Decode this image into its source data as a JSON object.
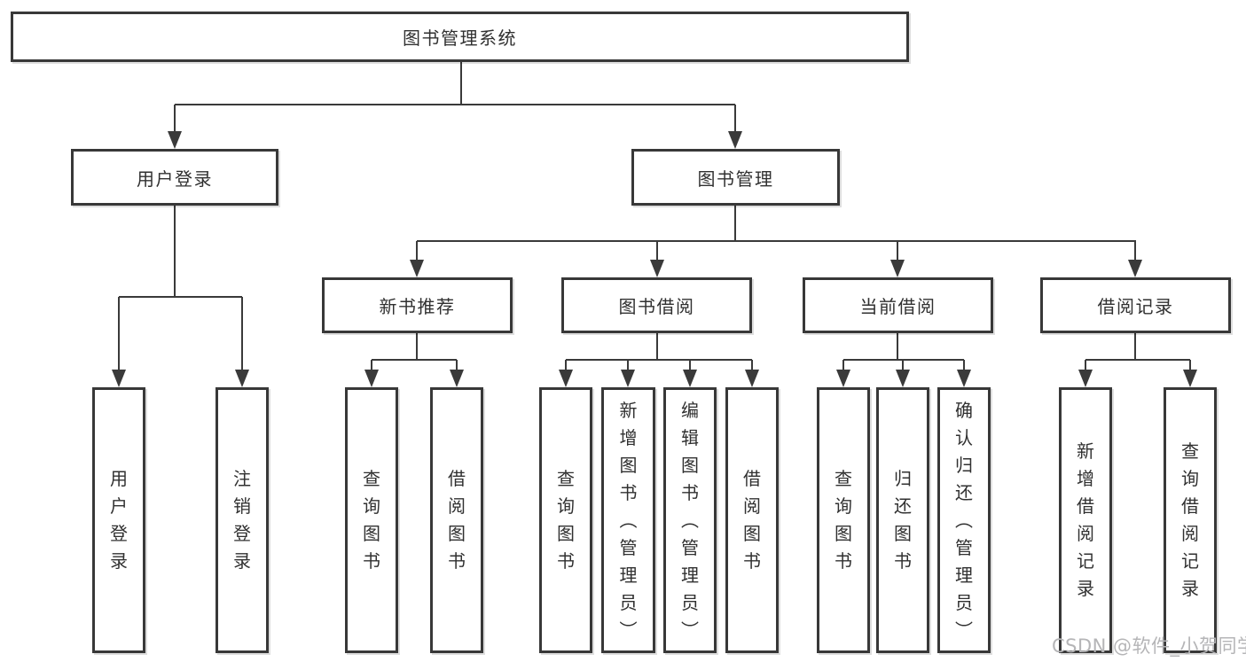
{
  "diagram": {
    "root": "图书管理系统",
    "branches": [
      {
        "label": "用户登录",
        "children": [
          "用户登录",
          "注销登录"
        ]
      },
      {
        "label": "图书管理",
        "children": [
          {
            "label": "新书推荐",
            "children": [
              "查询图书",
              "借阅图书"
            ]
          },
          {
            "label": "图书借阅",
            "children": [
              "查询图书",
              "新增图书（管理员）",
              "编辑图书（管理员）",
              "借阅图书"
            ]
          },
          {
            "label": "当前借阅",
            "children": [
              "查询图书",
              "归还图书",
              "确认归还（管理员）"
            ]
          },
          {
            "label": "借阅记录",
            "children": [
              "新增借阅记录",
              "查询借阅记录"
            ]
          }
        ]
      }
    ]
  },
  "watermark": {
    "text": "CSDN @软件_小贺同学"
  },
  "colors": {
    "line": "#3a3a3a",
    "box_border": "#383838",
    "text": "#303030",
    "watermark": "#b5b5b7",
    "background": "#ffffff"
  }
}
